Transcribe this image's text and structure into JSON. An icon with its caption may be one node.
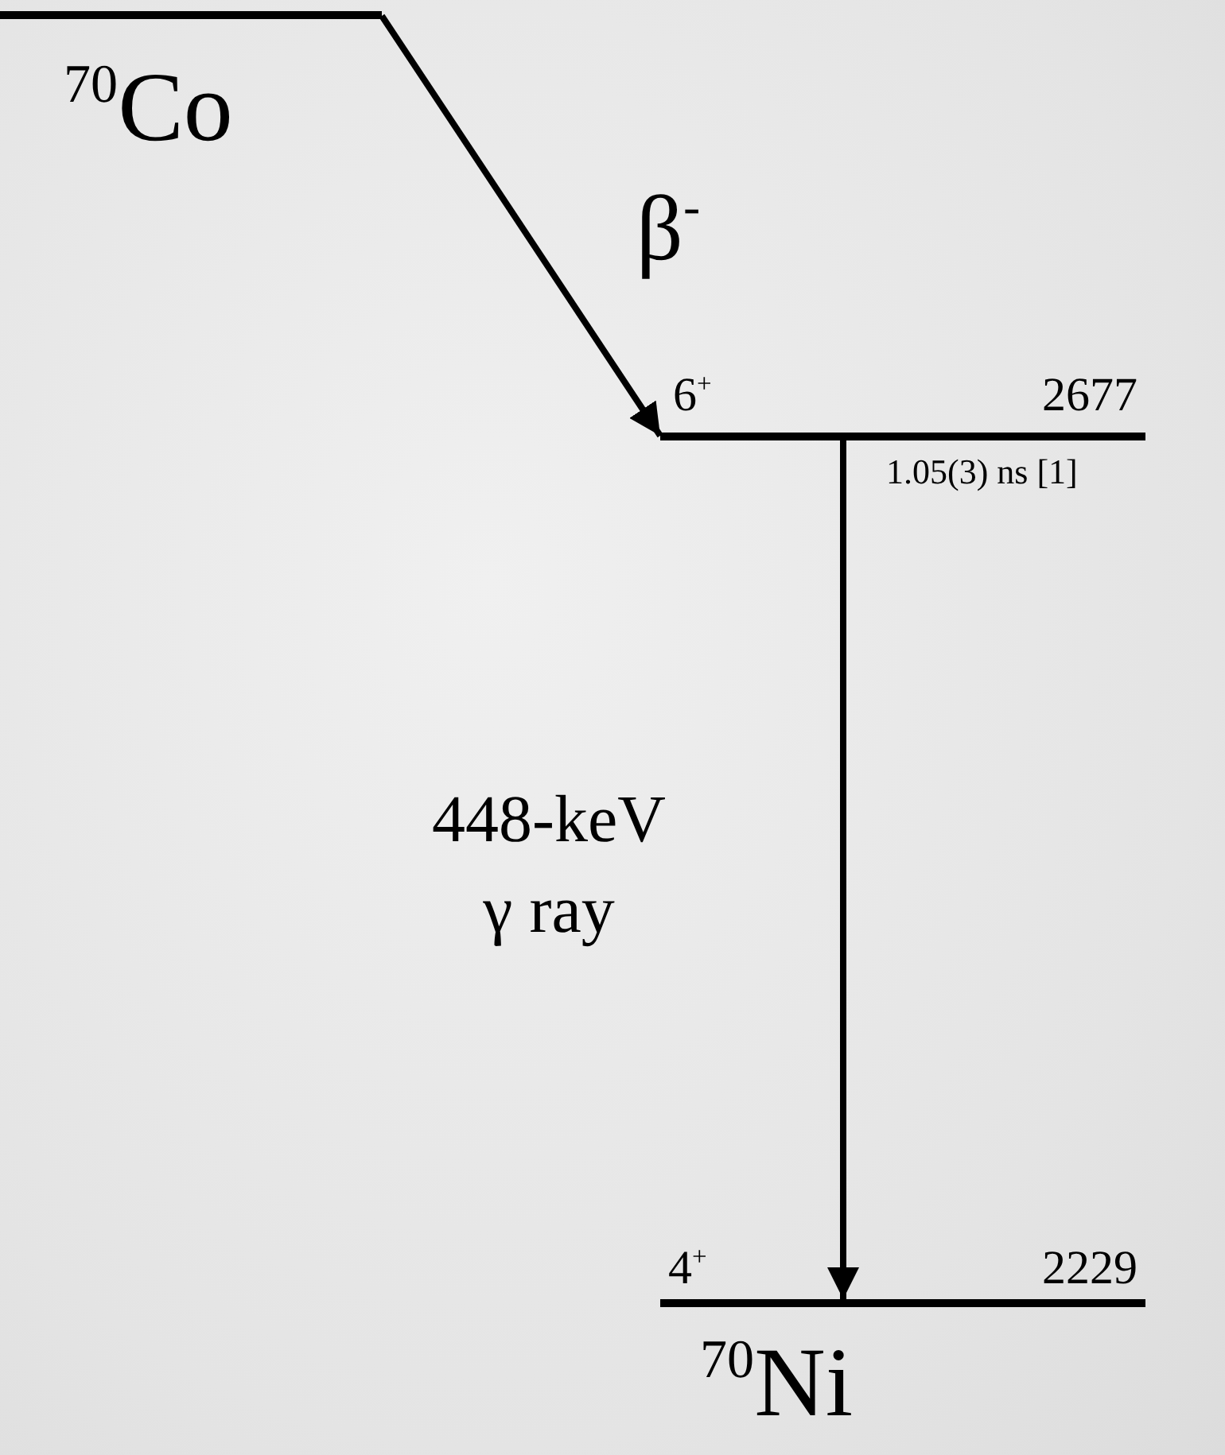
{
  "diagram": {
    "nodes": [
      {
        "text": [
          "$^{70}$Co"
        ]
      },
      {
        "text": [
          "6$^{+}$",
          "2677"
        ],
        "beside": [
          "1.05(3) ns [1]"
        ]
      },
      {
        "text": [
          "4$^{+}$",
          "2229",
          "$^{70}$Ni"
        ]
      }
    ],
    "edges": [
      {
        "from": 0,
        "to": 1,
        "arrow": "to",
        "label": "β$^{-}$"
      },
      {
        "from": 1,
        "to": 2,
        "arrow": "to",
        "label": "448-keV γ ray"
      }
    ]
  }
}
